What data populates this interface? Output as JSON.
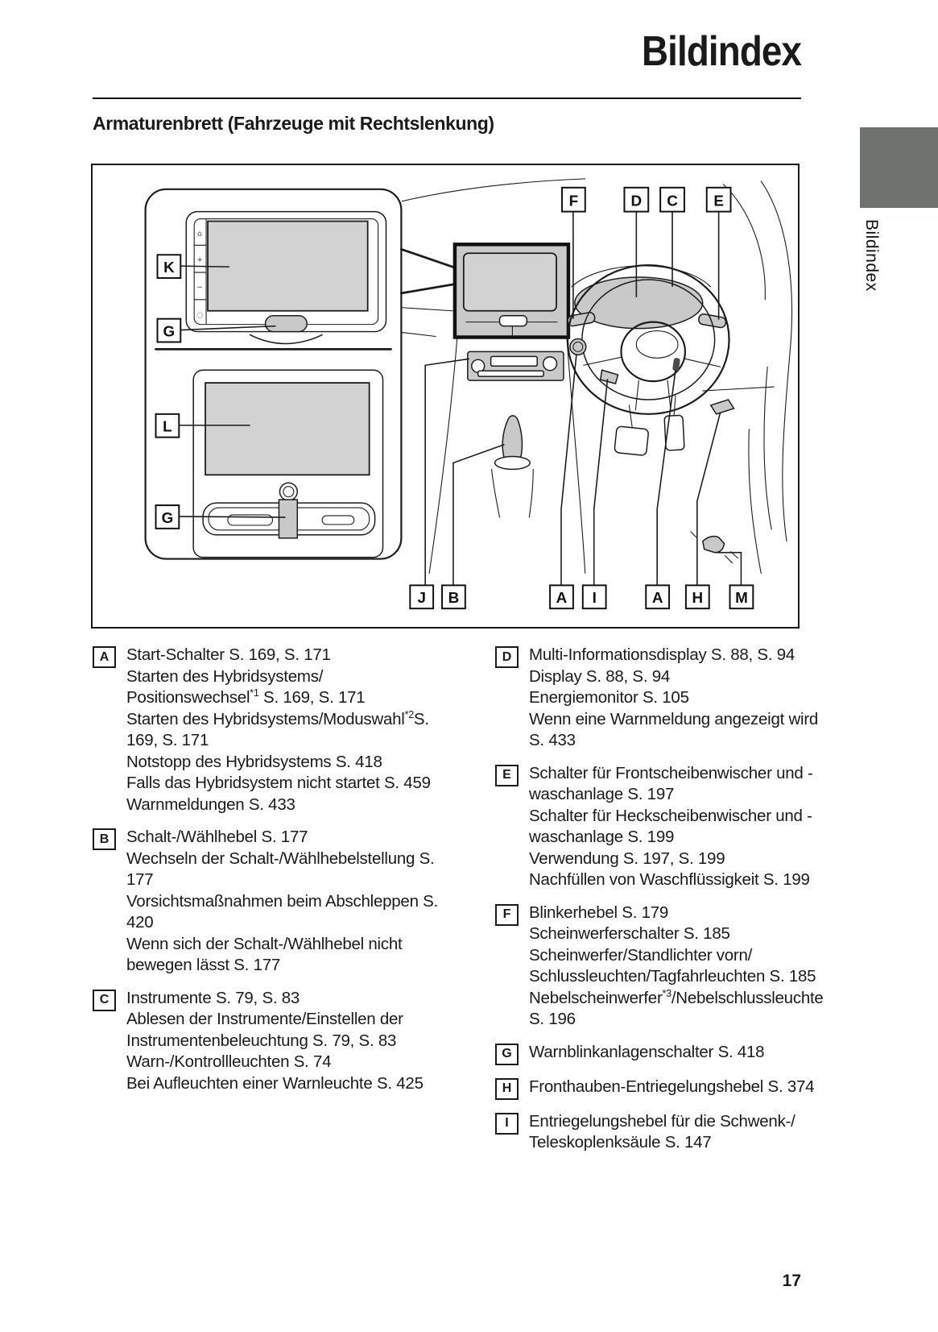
{
  "page": {
    "title": "Bildindex",
    "section_heading": "Armaturenbrett (Fahrzeuge mit Rechtslenkung)",
    "side_tab": "Bildindex",
    "page_number": "17"
  },
  "diagram": {
    "description": "dashboard-line-drawing-right-hand-drive",
    "callouts": {
      "left": [
        "K",
        "G",
        "L",
        "G"
      ],
      "top": [
        "F",
        "D",
        "C",
        "E"
      ],
      "bottom": [
        "J",
        "B",
        "A",
        "I",
        "A",
        "H",
        "M"
      ]
    }
  },
  "index": {
    "left": [
      {
        "label": "A",
        "entries": [
          "Start-Schalter S. 169, S. 171",
          "Starten des Hybridsystems/Positionswechsel*1 S. 169, S. 171",
          "Starten des Hybridsystems/Moduswahl*2S. 169, S. 171",
          "Notstopp des Hybridsystems S. 418",
          "Falls das Hybridsystem nicht startet S. 459",
          "Warnmeldungen S. 433"
        ]
      },
      {
        "label": "B",
        "entries": [
          "Schalt-/Wählhebel S. 177",
          "Wechseln der Schalt-/Wählhebelstellung S. 177",
          "Vorsichtsmaßnahmen beim Abschleppen S. 420",
          "Wenn sich der Schalt-/Wählhebel nicht bewegen lässt S. 177"
        ]
      },
      {
        "label": "C",
        "entries": [
          "Instrumente S. 79, S. 83",
          "Ablesen der Instrumente/Einstellen der Instrumentenbeleuchtung S. 79, S. 83",
          "Warn-/Kontrollleuchten S. 74",
          "Bei Aufleuchten einer Warnleuchte S. 425"
        ]
      }
    ],
    "right": [
      {
        "label": "D",
        "entries": [
          "Multi-Informationsdisplay S. 88, S. 94",
          "Display S. 88, S. 94",
          "Energiemonitor S. 105",
          "Wenn eine Warnmeldung angezeigt wird S. 433"
        ]
      },
      {
        "label": "E",
        "entries": [
          "Schalter für Frontscheibenwischer und -waschanlage S. 197",
          "Schalter für Heckscheibenwischer und -waschanlage S. 199",
          "Verwendung S. 197, S. 199",
          "Nachfüllen von Waschflüssigkeit S. 199"
        ]
      },
      {
        "label": "F",
        "entries": [
          "Blinkerhebel S. 179",
          "Scheinwerferschalter S. 185",
          "Scheinwerfer/Standlichter vorn/Schlussleuchten/Tagfahrleuchten S. 185",
          "Nebelscheinwerfer*3/Nebelschlussleuchte S. 196"
        ]
      },
      {
        "label": "G",
        "entries": [
          "Warnblinkanlagenschalter S. 418"
        ]
      },
      {
        "label": "H",
        "entries": [
          "Fronthauben-Entriegelungshebel S. 374"
        ]
      },
      {
        "label": "I",
        "entries": [
          "Entriegelungshebel für die Schwenk-/Teleskoplenksäule S. 147"
        ]
      }
    ]
  }
}
